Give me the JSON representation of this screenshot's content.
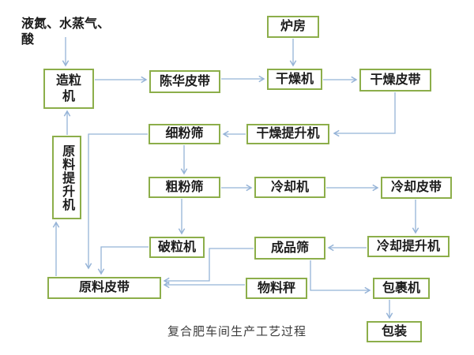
{
  "diagram": {
    "caption": "复合肥车间生产工艺过程",
    "input_annotation": "液氮、水蒸气、\n酸",
    "colors": {
      "box_border": "#8cae4a",
      "arrow": "#95b3d7",
      "text": "#1c1c1c"
    },
    "nodes": [
      {
        "id": "furnace-room",
        "label": "炉房"
      },
      {
        "id": "granulator",
        "label": "造粒\n机"
      },
      {
        "id": "curing-belt",
        "label": "陈华皮带"
      },
      {
        "id": "dryer",
        "label": "干燥机"
      },
      {
        "id": "drying-belt",
        "label": "干燥皮带"
      },
      {
        "id": "fine-powder-screen",
        "label": "细粉筛"
      },
      {
        "id": "drying-elevator",
        "label": "干燥提升机"
      },
      {
        "id": "raw-material-elevator",
        "label": "原料提升机"
      },
      {
        "id": "coarse-powder-screen",
        "label": "粗粉筛"
      },
      {
        "id": "cooler",
        "label": "冷却机"
      },
      {
        "id": "cooling-belt",
        "label": "冷却皮带"
      },
      {
        "id": "crusher",
        "label": "破粒机"
      },
      {
        "id": "finished-product-screen",
        "label": "成品筛"
      },
      {
        "id": "cooling-elevator",
        "label": "冷却提升机"
      },
      {
        "id": "raw-material-belt",
        "label": "原料皮带"
      },
      {
        "id": "material-scale",
        "label": "物料秤"
      },
      {
        "id": "wrapping-machine",
        "label": "包裹机"
      },
      {
        "id": "packaging",
        "label": "包装"
      }
    ],
    "edges": [
      {
        "from": "input-annotation",
        "to": "granulator"
      },
      {
        "from": "granulator",
        "to": "curing-belt"
      },
      {
        "from": "curing-belt",
        "to": "dryer"
      },
      {
        "from": "furnace-room",
        "to": "dryer"
      },
      {
        "from": "dryer",
        "to": "drying-belt"
      },
      {
        "from": "drying-belt",
        "to": "drying-elevator"
      },
      {
        "from": "drying-elevator",
        "to": "fine-powder-screen"
      },
      {
        "from": "fine-powder-screen",
        "to": "raw-material-belt"
      },
      {
        "from": "fine-powder-screen",
        "to": "coarse-powder-screen"
      },
      {
        "from": "coarse-powder-screen",
        "to": "cooler"
      },
      {
        "from": "coarse-powder-screen",
        "to": "crusher"
      },
      {
        "from": "cooler",
        "to": "cooling-belt"
      },
      {
        "from": "cooling-belt",
        "to": "cooling-elevator"
      },
      {
        "from": "cooling-elevator",
        "to": "finished-product-screen"
      },
      {
        "from": "crusher",
        "to": "raw-material-belt"
      },
      {
        "from": "finished-product-screen",
        "to": "raw-material-belt"
      },
      {
        "from": "finished-product-screen",
        "to": "wrapping-machine"
      },
      {
        "from": "material-scale",
        "to": "raw-material-belt"
      },
      {
        "from": "raw-material-belt",
        "to": "raw-material-elevator"
      },
      {
        "from": "raw-material-elevator",
        "to": "granulator"
      },
      {
        "from": "wrapping-machine",
        "to": "packaging"
      }
    ]
  }
}
